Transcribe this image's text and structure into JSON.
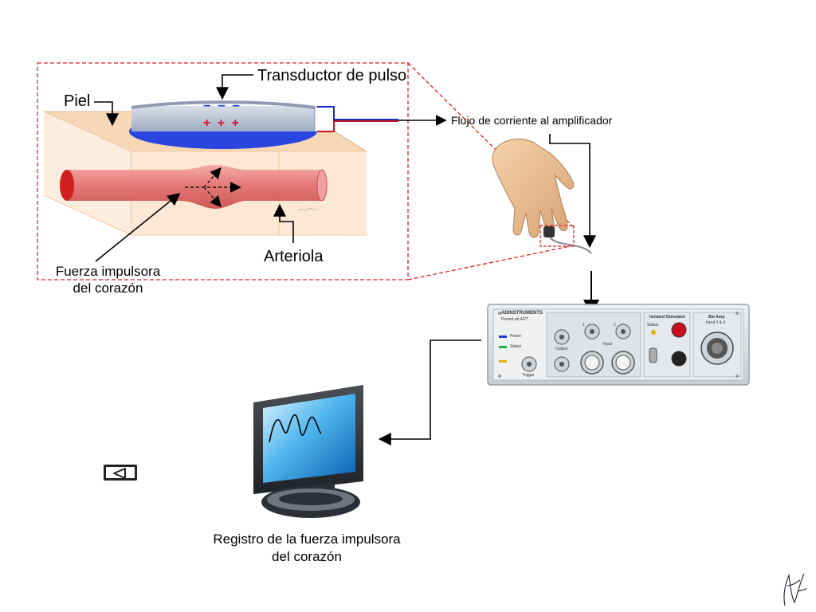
{
  "labels": {
    "transductor": "Transductor de pulso",
    "piel": "Piel",
    "flujo": "Flujo de corriente al amplificador",
    "arteriola": "Arteriola",
    "fuerza_line1": "Fuerza impulsora",
    "fuerza_line2": "del corazón",
    "registro_line1": "Registro de la fuerza impulsora",
    "registro_line2": "del corazón"
  },
  "transducer_charges": {
    "top": "– – –",
    "bottom": "+ + +"
  },
  "device": {
    "brand": "ADINSTRUMENTS",
    "model": "PowerLab 4/27",
    "left_labels": [
      "Power",
      "Status",
      "Trigger"
    ],
    "output_label": "Output",
    "input_label": "Input",
    "channel_numbers": [
      "1",
      "2"
    ],
    "stimulator_title": "Isolated Stimulator",
    "stimulator_status": "Status",
    "bioamp_title": "Bio Amp",
    "bioamp_sub": "Input 3 & 4"
  },
  "nav": {
    "back_icon": "back-triangle-icon"
  },
  "colors": {
    "skin": "#f7d7b5",
    "artery": "#e06a6a",
    "artery_dark": "#d22020",
    "crystal_blue": "#2a45e0",
    "transducer_gray": "#b8c4d8",
    "dashed_red": "#e02020",
    "minus_blue": "#1a3bd8",
    "plus_red": "#e0102a",
    "wire_blue": "#1830c8",
    "wire_red": "#c81020"
  }
}
